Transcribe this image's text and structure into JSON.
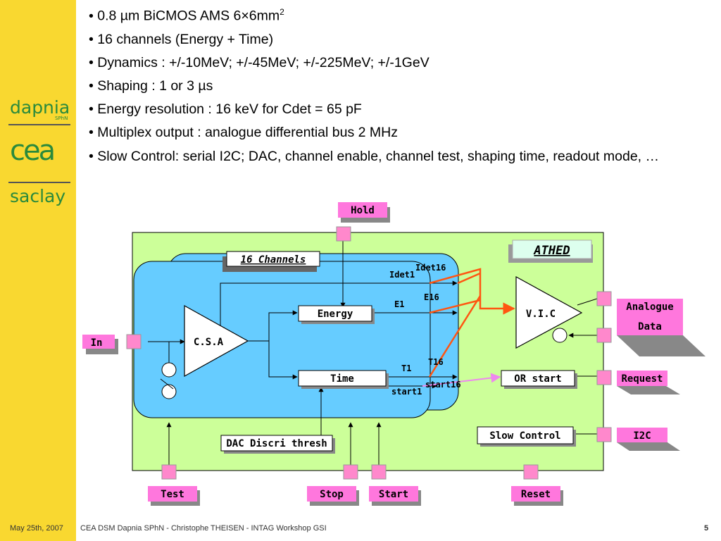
{
  "sidebar": {
    "logo_top": "dapnia",
    "logo_sub": "SPhN",
    "logo_middle": "cea",
    "logo_bottom": "saclay"
  },
  "bullets": [
    {
      "text": "0.8 µm BiCMOS AMS 6×6mm",
      "sup": "2"
    },
    {
      "text": "16 channels (Energy + Time)"
    },
    {
      "text": "Dynamics : +/-10MeV; +/-45MeV; +/-225MeV; +/-1GeV"
    },
    {
      "text": "Shaping : 1 or 3 µs"
    },
    {
      "text": "Energy resolution : 16 keV for Cdet = 65 pF"
    },
    {
      "text": "Multiplex output : analogue differential bus 2 MHz"
    },
    {
      "text": "Slow Control: serial I2C; DAC, channel enable, channel test, shaping time, readout mode, …"
    }
  ],
  "diagram": {
    "chip_label": "ATHED",
    "channels_label": "16 Channels",
    "blocks": {
      "csa": "C.S.A",
      "energy": "Energy",
      "time": "Time",
      "vic": "V.I.C",
      "or_start": "OR start",
      "slow_control": "Slow Control",
      "dac": "DAC Discri thresh"
    },
    "signals": {
      "idet1": "Idet1",
      "idet16": "Idet16",
      "e1": "E1",
      "e16": "E16",
      "t1": "T1",
      "t16": "T16",
      "start1": "start1",
      "start16": "start16"
    },
    "pins": {
      "hold": "Hold",
      "in": "In",
      "test": "Test",
      "stop": "Stop",
      "start": "Start",
      "reset": "Reset",
      "analogue_line1": "Analogue",
      "analogue_line2": "Data",
      "request": "Request",
      "i2c": "I2C"
    },
    "colors": {
      "chip_bg": "#ccff99",
      "channel_bg": "#66ccff",
      "pin_bg": "#ff77dd",
      "label_bg": "#ff99ee",
      "pad": "#ff88cc",
      "bus_orange": "#ff5511",
      "start_violet": "#ee88ee"
    }
  },
  "footer": {
    "date": "May 25th, 2007",
    "center": "CEA DSM Dapnia SPhN - Christophe THEISEN -  INTAG Workshop GSI",
    "page": "5"
  }
}
